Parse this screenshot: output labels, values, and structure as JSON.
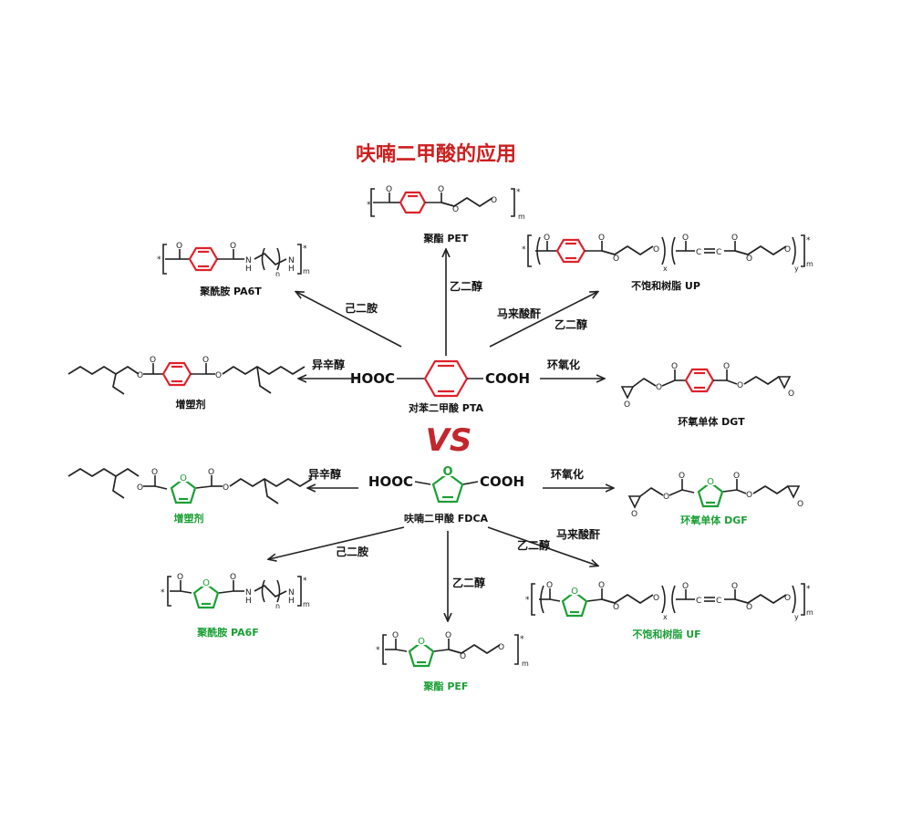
{
  "title": "呋喃二甲酸的应用",
  "vs_label": "VS",
  "colors": {
    "title": "#cc1f1f",
    "pta_ring": "#e0202a",
    "fdca_ring": "#1aa035",
    "vs": "#c1272d",
    "green_label": "#1aa035"
  },
  "pta": {
    "left_group": "HOOC",
    "right_group": "COOH",
    "name": "对苯二甲酸 PTA",
    "products": [
      {
        "name": "聚酯 PET",
        "reagent": "乙二醇"
      },
      {
        "name": "聚酰胺 PA6T",
        "reagent": "己二胺"
      },
      {
        "name": "不饱和树脂 UP",
        "reagent": "马来酸酐",
        "reagent2": "乙二醇"
      },
      {
        "name": "增塑剂",
        "reagent": "异辛醇"
      },
      {
        "name": "环氧单体 DGT",
        "reagent": "环氧化"
      }
    ]
  },
  "fdca": {
    "left_group": "HOOC",
    "right_group": "COOH",
    "name": "呋喃二甲酸 FDCA",
    "products": [
      {
        "name": "增塑剂",
        "reagent": "异辛醇"
      },
      {
        "name": "环氧单体 DGF",
        "reagent": "环氧化"
      },
      {
        "name": "聚酰胺 PA6F",
        "reagent": "己二胺"
      },
      {
        "name": "聚酯 PEF",
        "reagent": "乙二醇"
      },
      {
        "name": "不饱和树脂 UF",
        "reagent": "马来酸酐",
        "reagent2": "乙二醇"
      }
    ]
  },
  "structure_text": {
    "carbonyl_o": "O",
    "amide_n": "N",
    "amide_h": "H",
    "alkene_c": "C",
    "repeat_m": "m",
    "repeat_n": "n",
    "repeat_x": "x",
    "repeat_y": "y",
    "end_star": "*"
  }
}
